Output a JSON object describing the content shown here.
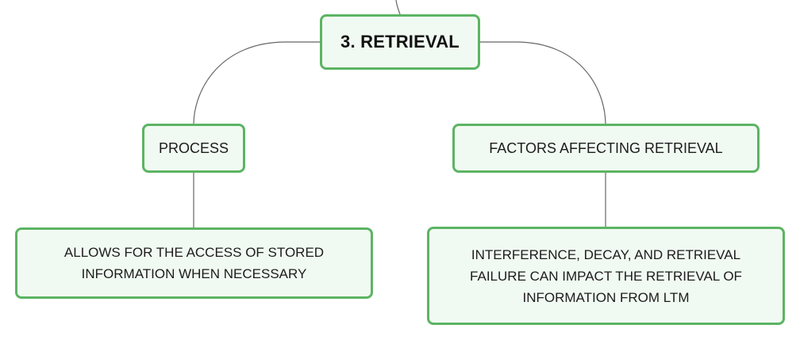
{
  "diagram": {
    "root": {
      "label": "3. RETRIEVAL"
    },
    "branches": [
      {
        "label": "PROCESS",
        "detail": "ALLOWS FOR THE ACCESS OF STORED INFORMATION WHEN NECESSARY"
      },
      {
        "label": "FACTORS AFFECTING RETRIEVAL",
        "detail": "INTERFERENCE, DECAY, AND RETRIEVAL FAILURE CAN IMPACT THE RETRIEVAL OF INFORMATION FROM LTM"
      }
    ]
  },
  "colors": {
    "node_border": "#5cb463",
    "node_fill": "#f1faf2",
    "connector": "#666666"
  }
}
